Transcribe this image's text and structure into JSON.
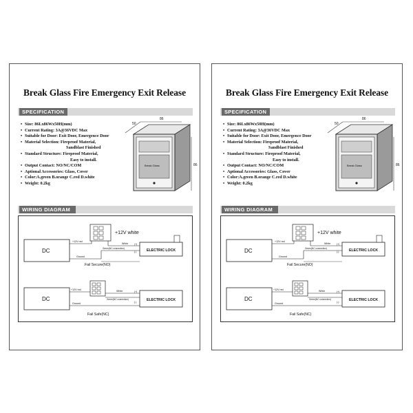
{
  "sheets": [
    {
      "title": "Break Glass Fire Emergency Exit Release",
      "spec_heading": "SPECIFICATION",
      "wiring_heading": "WIRING DIAGRAM",
      "specs": [
        "Size: 86Lx86Wx50H(mm)",
        "Current Rating:  3A@36VDC Max",
        "Suitable for Door: Exit Door, Emergence Door",
        "Material  Selection: Fireproof Material,",
        "Sandblast Finished",
        "Standard Structure: Fireproof Material,",
        "Easy to install.",
        "Output Contact:  NO/NC/COM",
        "Aptional Accessories:  Glass, Cover",
        "Color:A.green  B.orange  C.red  D.white",
        "Weight: 0.2kg"
      ],
      "dims": {
        "d50": "50",
        "d86a": "86",
        "d86b": "86"
      },
      "device_text": "Break Glass",
      "diagram": {
        "dc": "DC",
        "lock": "ELECTRIC LOCK",
        "plus12": "+12V white",
        "plus12red": "+12V red",
        "ground": "Ground",
        "white": "White",
        "green_nc": "Green(NC connection)",
        "plus": "(+)",
        "minus": "(-)",
        "fail_secure": "Fail Secure(NO)",
        "fail_safe": "Fail Safe(NC)"
      }
    },
    {
      "title": "Break Glass Fire Emergency Exit Release",
      "spec_heading": "SPECIFICATION",
      "wiring_heading": "WIRING DIAGRAM",
      "specs": [
        "Size: 86Lx86Wx50H(mm)",
        "Current Rating:  3A@36VDC Max",
        "Suitable for Door: Exit Door, Emergence Door",
        "Material  Selection: Fireproof Material,",
        "Sandblast Finished",
        "Standard Structure: Fireproof Material,",
        "Easy to install.",
        "Output Contact:  NO/NC/COM",
        "Aptional Accessories:  Glass, Cover",
        "Color:A.green  B.orange  C.red  D.white",
        "Weight: 0.2kg"
      ],
      "dims": {
        "d50": "50",
        "d86a": "86",
        "d86b": "86"
      },
      "device_text": "Break Glass",
      "diagram": {
        "dc": "DC",
        "lock": "ELECTRIC LOCK",
        "plus12": "+12V white",
        "plus12red": "+12V red",
        "ground": "Ground",
        "white": "White",
        "green_nc": "Green(NC connection)",
        "plus": "(+)",
        "minus": "(-)",
        "fail_secure": "Fail Secure(NO)",
        "fail_safe": "Fail Safe(NC)"
      }
    }
  ]
}
